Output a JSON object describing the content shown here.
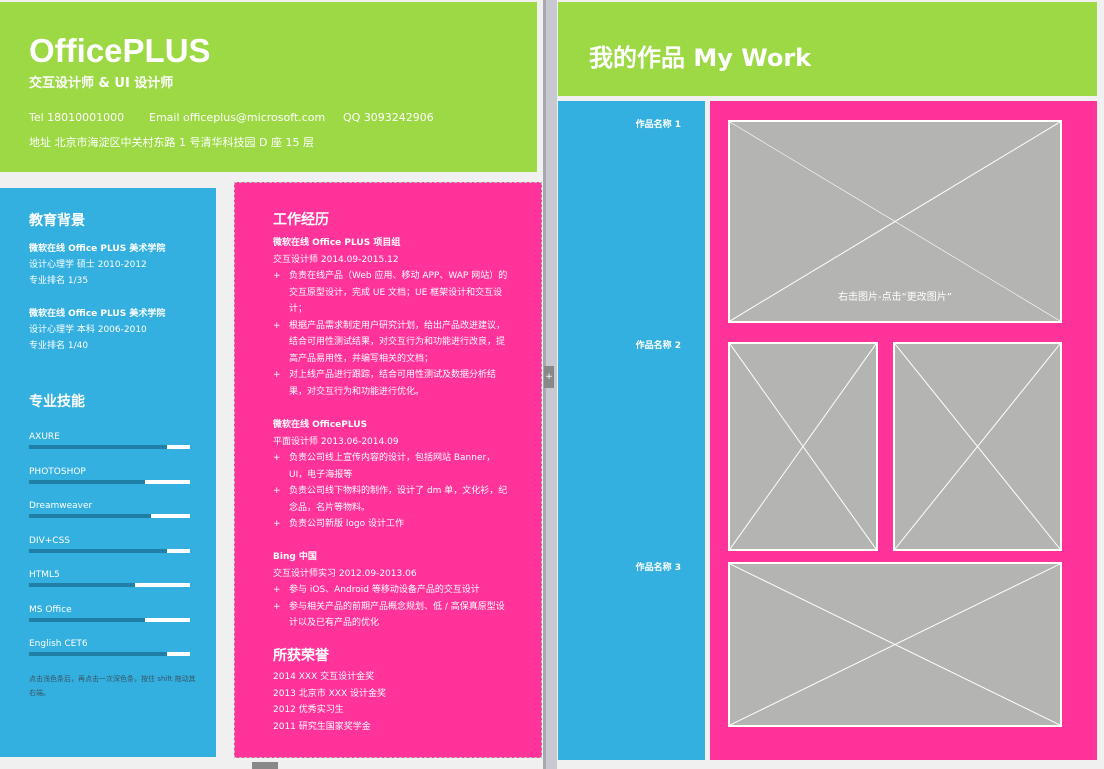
{
  "header": {
    "name": "OfficePLUS",
    "role": "交互设计师  & UI 设计师",
    "tel": "Tel 18010001000",
    "email": "Email officeplus@microsoft.com",
    "qq": "QQ 3093242906",
    "address": "地址  北京市海淀区中关村东路 1 号清华科技园 D 座 15 层"
  },
  "education": {
    "title": "教育背景",
    "items": [
      {
        "school": "微软在线 Office PLUS 美术学院",
        "detail": "设计心理学    硕士    2010-2012",
        "rank": "专业排名  1/35"
      },
      {
        "school": "微软在线 Office PLUS 美术学院",
        "detail": "设计心理学    本科    2006-2010",
        "rank": "专业排名  1/40"
      }
    ]
  },
  "skills": {
    "title": "专业技能",
    "items": [
      {
        "name": "AXURE",
        "level": 0.86
      },
      {
        "name": "PHOTOSHOP",
        "level": 0.72
      },
      {
        "name": "Dreamweaver",
        "level": 0.76
      },
      {
        "name": "DIV+CSS",
        "level": 0.86
      },
      {
        "name": "HTML5",
        "level": 0.66
      },
      {
        "name": "MS Office",
        "level": 0.72
      },
      {
        "name": "English  CET6",
        "level": 0.86
      }
    ],
    "note": "点击浅色条后，再点击一次深色条，按住 shift 拖动其右端。"
  },
  "work": {
    "title": "工作经历",
    "jobs": [
      {
        "company": "微软在线 Office PLUS 项目组",
        "role": "交互设计师  2014.09-2015.12",
        "duties": [
          "负责在线产品（Web 应用、移动 APP、WAP 网站）的交互原型设计，完成 UE 文档；UE 框架设计和交互设计；",
          "根据产品需求制定用户研究计划，给出产品改进建议，结合可用性测试结果，对交互行为和功能进行改良，提高产品易用性，并编写相关的文档；",
          "对上线产品进行跟踪，结合可用性测试及数据分析结果，对交互行为和功能进行优化。"
        ]
      },
      {
        "company": "微软在线 OfficePLUS",
        "role": "平面设计师  2013.06-2014.09",
        "duties": [
          "负责公司线上宣传内容的设计，包括网站 Banner，UI，电子海报等",
          "负责公司线下物料的制作，设计了 dm 单，文化衫，纪念品，名片等物料。",
          "负责公司新版 logo 设计工作"
        ]
      },
      {
        "company": "Bing 中国",
        "role": "交互设计师实习  2012.09-2013.06",
        "duties": [
          "参与 iOS、Android 等移动设备产品的交互设计",
          "参与相关产品的前期产品概念规划、低 / 高保真原型设计以及已有产品的优化"
        ]
      }
    ]
  },
  "honors": {
    "title": "所获荣誉",
    "items": [
      "2014  XXX 交互设计金奖",
      "2013   北京市 XXX 设计金奖",
      "2012   优秀实习生",
      "2011   研究生国家奖学金"
    ]
  },
  "portfolio": {
    "title": "我的作品  My Work",
    "works": [
      "作品名称 1",
      "作品名称 2",
      "作品名称 3"
    ],
    "placeholder_hint": "右击图片-点击“更改图片”"
  },
  "colors": {
    "green": "#9cd944",
    "blue": "#33afe0",
    "pink": "#ff3399"
  }
}
